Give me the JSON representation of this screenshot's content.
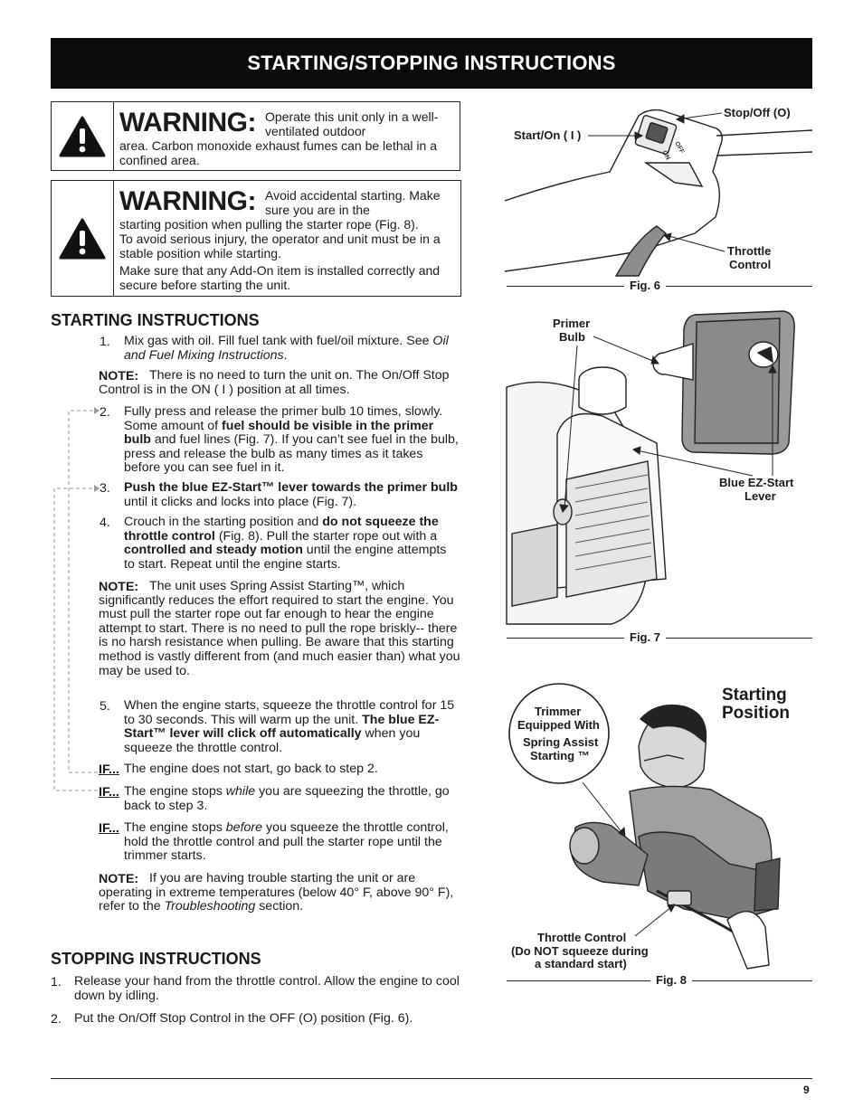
{
  "header": {
    "title": "STARTING/STOPPING INSTRUCTIONS"
  },
  "warning1": {
    "word": "WARNING:",
    "text_a": "Operate this unit only in a well- ventilated outdoor",
    "text_b": "area. Carbon monoxide exhaust fumes can be lethal in a confined area."
  },
  "warning2": {
    "word": "WARNING:",
    "text_a": "Avoid accidental starting. Make sure you are in the",
    "text_b": "starting position when pulling the starter rope (Fig. 8).",
    "text_c": "To avoid serious injury, the operator and unit must be in a stable position while starting.",
    "text_d": "Make sure that any Add-On item is installed correctly and secure before starting the unit."
  },
  "starting": {
    "heading": "STARTING INSTRUCTIONS",
    "s1_num": "1.",
    "s1_a": "Mix gas with oil. Fill fuel tank with fuel/oil mixture. See ",
    "s1_b": "Oil and Fuel Mixing Instructions",
    "s1_c": ".",
    "note1_label": "NOTE:",
    "note1": "There is no need to turn the unit on. The On/Off Stop Control is in the ON ( I ) position at all times.",
    "s2_num": "2.",
    "s2_a": "Fully press and release the primer bulb 10 times, slowly. Some amount of ",
    "s2_b": "fuel should be visible in the primer bulb",
    "s2_c": " and fuel lines (Fig. 7). If you can’t see fuel in the bulb, press and release the bulb as many times as it takes before you can see fuel in it.",
    "s3_num": "3.",
    "s3_a": "Push the blue EZ-Start™ lever towards the primer bulb",
    "s3_b": " until it clicks and locks into place (Fig. 7).",
    "s4_num": "4.",
    "s4_a": "Crouch in the starting position and ",
    "s4_b": "do not squeeze the throttle control",
    "s4_c": " (Fig. 8). Pull the starter rope out with a ",
    "s4_d": "controlled and steady motion",
    "s4_e": " until the engine attempts to start. Repeat until the engine starts.",
    "note2_label": "NOTE:",
    "note2": "The unit uses Spring Assist Starting™, which significantly reduces the effort required to start the engine. You must pull the starter rope out far enough to hear the engine attempt to start. There is no need to pull the rope briskly-- there is no harsh resistance when pulling. Be aware that this starting method is vastly different from (and much easier than) what you may be used to.",
    "s5_num": "5.",
    "s5_a": "When the engine starts, squeeze the throttle control for 15 to 30 seconds. This will warm up the unit. ",
    "s5_b": "The blue EZ-Start™ lever will click off automatically",
    "s5_c": " when you squeeze the throttle control.",
    "if1_label": "IF...",
    "if1": "The engine does not start, go back to step 2.",
    "if2_label": "IF...",
    "if2_a": "The engine stops ",
    "if2_b": "while",
    "if2_c": " you are squeezing the throttle, go back to step 3.",
    "if3_label": "IF...",
    "if3_a": "The engine stops ",
    "if3_b": "before",
    "if3_c": " you squeeze the throttle control, hold the throttle control and pull the starter rope until the trimmer starts.",
    "note3_label": "NOTE:",
    "note3_a": "If you are having trouble starting the unit or are operating in extreme temperatures (below 40° F, above 90° F), refer to the ",
    "note3_b": "Troubleshooting",
    "note3_c": " section."
  },
  "stopping": {
    "heading": "STOPPING INSTRUCTIONS",
    "s1_num": "1.",
    "s1": "Release your hand from the throttle control. Allow the engine to cool down by idling.",
    "s2_num": "2.",
    "s2": "Put the On/Off Stop Control in the OFF (O) position (Fig. 6)."
  },
  "fig6": {
    "caption": "Fig. 6",
    "stop_off": "Stop/Off (O)",
    "start_on": "Start/On ( I )",
    "throttle_1": "Throttle",
    "throttle_2": "Control",
    "switch_on": "ON",
    "switch_off": "OFF"
  },
  "fig7": {
    "caption": "Fig. 7",
    "primer_1": "Primer",
    "primer_2": "Bulb",
    "ez_1": "Blue  EZ-Start",
    "ez_2": "Lever"
  },
  "fig8": {
    "caption": "Fig. 8",
    "circle_1": "Trimmer",
    "circle_2": "Equipped With",
    "circle_3": "Spring Assist",
    "circle_4": "Starting ™",
    "position_1": "Starting",
    "position_2": "Position",
    "throttle_1": "Throttle Control",
    "throttle_2": "(Do NOT squeeze during",
    "throttle_3": "a standard start)"
  },
  "footer": {
    "page_number": "9"
  }
}
